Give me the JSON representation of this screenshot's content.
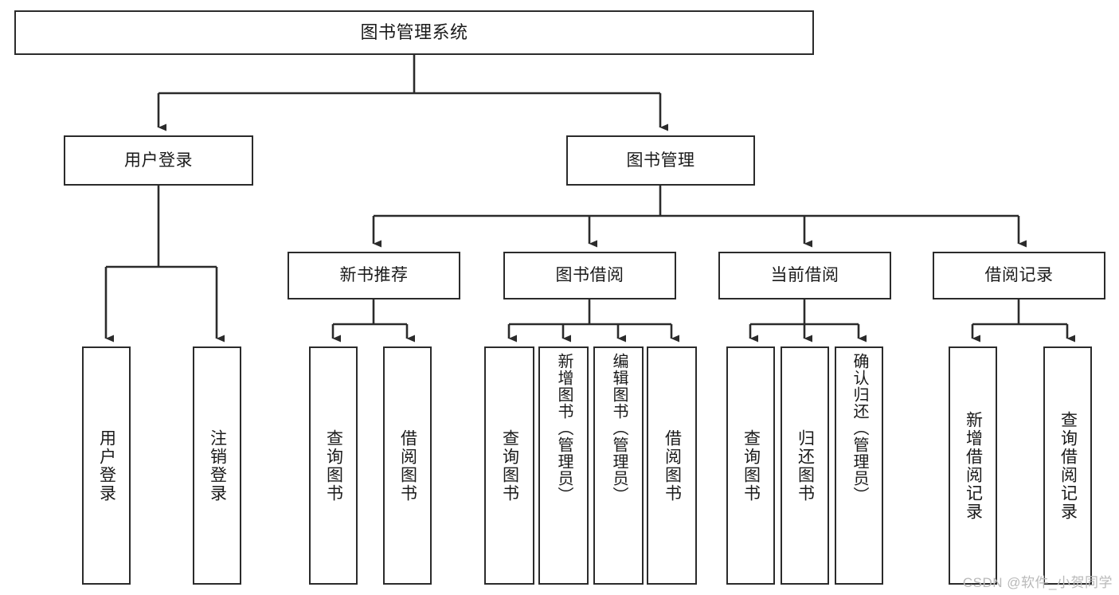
{
  "diagram": {
    "type": "tree-hierarchy-chart",
    "title": "图书管理系统",
    "watermark": "CSDN @软件_小贺同学",
    "colors": {
      "background": "#ffffff",
      "stroke": "#2b2b2b",
      "text": "#1a1a1a",
      "watermark": "#b9b9b9"
    },
    "root": {
      "label": "图书管理系统"
    },
    "level2": [
      {
        "id": "user-login",
        "label": "用户登录"
      },
      {
        "id": "book-management",
        "label": "图书管理"
      }
    ],
    "level3": [
      {
        "id": "new-book-recommend",
        "label": "新书推荐",
        "parent": "book-management"
      },
      {
        "id": "book-borrow",
        "label": "图书借阅",
        "parent": "book-management"
      },
      {
        "id": "current-borrow",
        "label": "当前借阅",
        "parent": "book-management"
      },
      {
        "id": "borrow-record",
        "label": "借阅记录",
        "parent": "book-management"
      }
    ],
    "leaves": {
      "user_login": [
        {
          "id": "leaf-user-login",
          "label": "用户登录"
        },
        {
          "id": "leaf-logout",
          "label": "注销登录"
        }
      ],
      "new_book_recommend": [
        {
          "id": "leaf-query-book-1",
          "label": "查询图书"
        },
        {
          "id": "leaf-borrow-book-1",
          "label": "借阅图书"
        }
      ],
      "book_borrow": [
        {
          "id": "leaf-query-book-2",
          "label": "查询图书"
        },
        {
          "id": "leaf-add-book",
          "label": "新增图书（管理员）"
        },
        {
          "id": "leaf-edit-book",
          "label": "编辑图书（管理员）"
        },
        {
          "id": "leaf-borrow-book-2",
          "label": "借阅图书"
        }
      ],
      "current_borrow": [
        {
          "id": "leaf-query-book-3",
          "label": "查询图书"
        },
        {
          "id": "leaf-return-book",
          "label": "归还图书"
        },
        {
          "id": "leaf-confirm-return",
          "label": "确认归还（管理员）"
        }
      ],
      "borrow_record": [
        {
          "id": "leaf-add-record",
          "label": "新增借阅记录"
        },
        {
          "id": "leaf-query-record",
          "label": "查询借阅记录"
        }
      ]
    }
  }
}
